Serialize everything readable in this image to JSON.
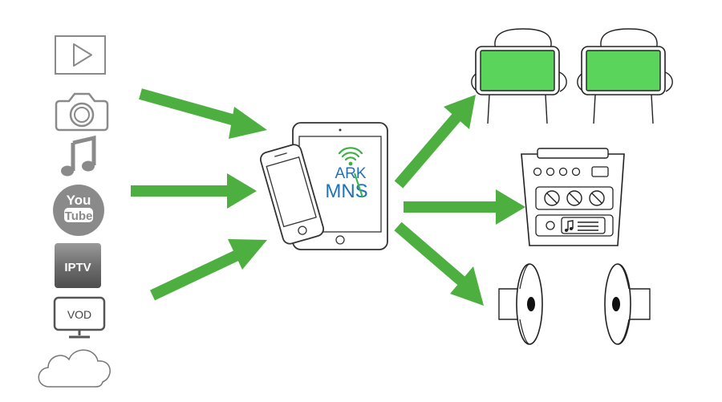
{
  "sources": {
    "youtube_line1": "You",
    "youtube_line2": "Tube",
    "iptv_label": "IPTV",
    "vod_label": "VOD"
  },
  "hub": {
    "logo_line1": "ARK",
    "logo_line2": "MNS"
  },
  "colors": {
    "arrow": "#4caf3f",
    "screen": "#5ad45a",
    "icon_gray": "#8a8a8a",
    "logo_blue": "#1e73b8",
    "logo_green": "#3cb043"
  }
}
